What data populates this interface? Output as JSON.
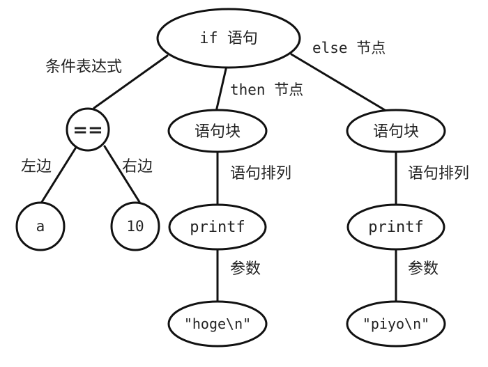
{
  "diagram": {
    "nodes": {
      "if_stmt": {
        "label": "if 语句"
      },
      "equals_op": {
        "label": "=="
      },
      "var_a": {
        "label": "a"
      },
      "num_10": {
        "label": "10"
      },
      "block_then": {
        "label": "语句块"
      },
      "block_else": {
        "label": "语句块"
      },
      "printf_then": {
        "label": "printf"
      },
      "printf_else": {
        "label": "printf"
      },
      "arg_hoge": {
        "label": "\"hoge\\n\""
      },
      "arg_piyo": {
        "label": "\"piyo\\n\""
      }
    },
    "edge_labels": {
      "condition": "条件表达式",
      "then_node": "then 节点",
      "else_node": "else 节点",
      "left_side": "左边",
      "right_side": "右边",
      "seq_then": "语句排列",
      "seq_else": "语句排列",
      "param_then": "参数",
      "param_else": "参数"
    }
  }
}
